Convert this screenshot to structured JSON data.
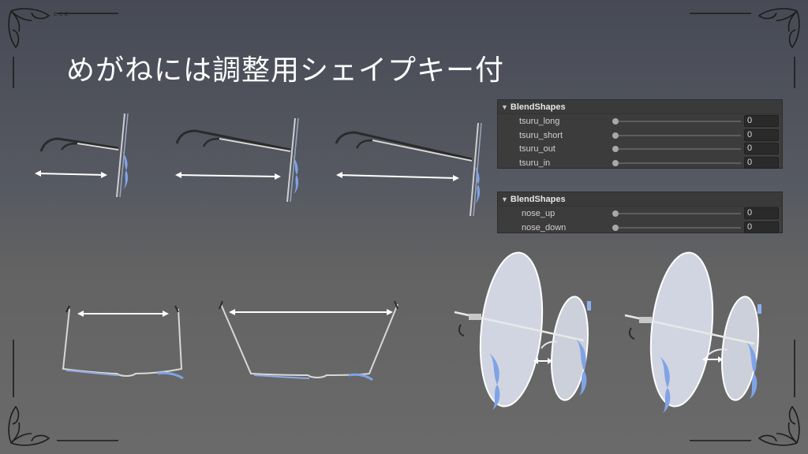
{
  "slide": {
    "title": "めがねには調整用シェイプキー付"
  },
  "panels": {
    "tsuru": {
      "header": "BlendShapes",
      "rows": [
        {
          "label": "tsuru_long",
          "value": "0"
        },
        {
          "label": "tsuru_short",
          "value": "0"
        },
        {
          "label": "tsuru_out",
          "value": "0"
        },
        {
          "label": "tsuru_in",
          "value": "0"
        }
      ]
    },
    "nose": {
      "header": "BlendShapes",
      "rows": [
        {
          "label": "nose_up",
          "value": "0"
        },
        {
          "label": "nose_down",
          "value": "0"
        }
      ]
    }
  },
  "colors": {
    "title": "#ffffff",
    "panel_bg": "#3c3c3c",
    "arrow": "#ffffff",
    "lens_fill": "#d6dbe8",
    "ornament": "#1c1c1c"
  },
  "icons": {
    "collapse": "triangle-down-icon",
    "corner": "flourish-ornament-icon"
  }
}
